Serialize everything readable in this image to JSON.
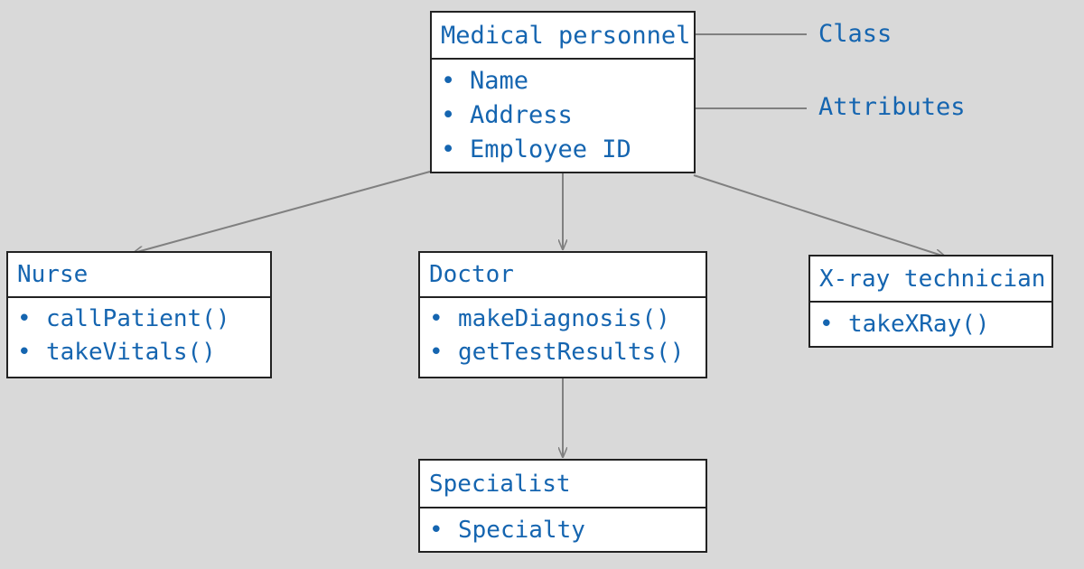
{
  "classes": {
    "medical_personnel": {
      "title": "Medical personnel",
      "items": [
        "Name",
        "Address",
        "Employee ID"
      ]
    },
    "nurse": {
      "title": "Nurse",
      "items": [
        "callPatient()",
        "takeVitals()"
      ]
    },
    "doctor": {
      "title": "Doctor",
      "items": [
        "makeDiagnosis()",
        "getTestResults()"
      ]
    },
    "xray": {
      "title": "X-ray technician",
      "items": [
        "takeXRay()"
      ]
    },
    "specialist": {
      "title": "Specialist",
      "items": [
        "Specialty"
      ]
    }
  },
  "bullet": "•",
  "annotations": {
    "class_label": "Class",
    "attributes_label": "Attributes"
  },
  "colors": {
    "text": "#1565b0",
    "connector": "#808080",
    "border": "#222222",
    "background": "#d9d9d9"
  }
}
